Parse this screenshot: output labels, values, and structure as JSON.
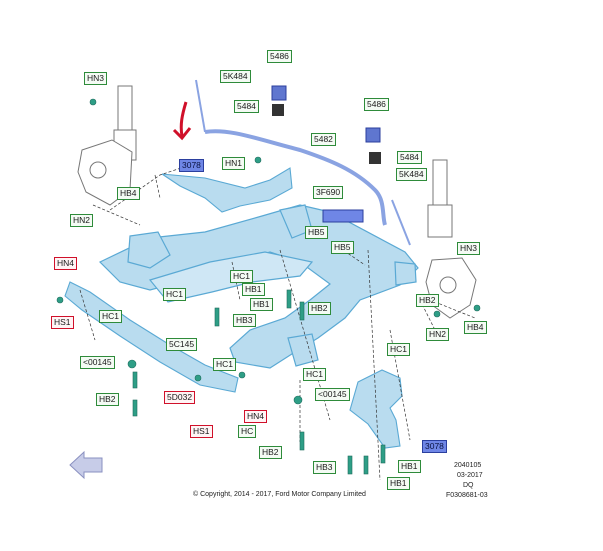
{
  "labels": [
    {
      "id": "l1",
      "text": "HN3",
      "style": "green"
    },
    {
      "id": "l2",
      "text": "5K484",
      "style": "green"
    },
    {
      "id": "l3",
      "text": "5486",
      "style": "green"
    },
    {
      "id": "l4",
      "text": "5484",
      "style": "green"
    },
    {
      "id": "l5",
      "text": "5486",
      "style": "green"
    },
    {
      "id": "l6",
      "text": "5482",
      "style": "green"
    },
    {
      "id": "l7",
      "text": "3078",
      "style": "blue"
    },
    {
      "id": "l8",
      "text": "HN1",
      "style": "green"
    },
    {
      "id": "l9",
      "text": "5484",
      "style": "green"
    },
    {
      "id": "l10",
      "text": "5K484",
      "style": "green"
    },
    {
      "id": "l11",
      "text": "HB4",
      "style": "green"
    },
    {
      "id": "l12",
      "text": "3F690",
      "style": "green"
    },
    {
      "id": "l13",
      "text": "HN2",
      "style": "green"
    },
    {
      "id": "l14",
      "text": "HB5",
      "style": "green"
    },
    {
      "id": "l15",
      "text": "HB5",
      "style": "green"
    },
    {
      "id": "l16",
      "text": "HN3",
      "style": "green"
    },
    {
      "id": "l17",
      "text": "HN4",
      "style": "red"
    },
    {
      "id": "l18",
      "text": "HC1",
      "style": "green"
    },
    {
      "id": "l19",
      "text": "HB1",
      "style": "green"
    },
    {
      "id": "l20",
      "text": "HC1",
      "style": "green"
    },
    {
      "id": "l21",
      "text": "HB1",
      "style": "green"
    },
    {
      "id": "l22",
      "text": "HB2",
      "style": "green"
    },
    {
      "id": "l23",
      "text": "HB2",
      "style": "green"
    },
    {
      "id": "l24",
      "text": "HS1",
      "style": "red"
    },
    {
      "id": "l25",
      "text": "HC1",
      "style": "green"
    },
    {
      "id": "l26",
      "text": "HB3",
      "style": "green"
    },
    {
      "id": "l27",
      "text": "HB4",
      "style": "green"
    },
    {
      "id": "l28",
      "text": "HN2",
      "style": "green"
    },
    {
      "id": "l29",
      "text": "5C145",
      "style": "green"
    },
    {
      "id": "l30",
      "text": "HC1",
      "style": "green"
    },
    {
      "id": "l31",
      "text": "<00145",
      "style": "green"
    },
    {
      "id": "l32",
      "text": "HC1",
      "style": "green"
    },
    {
      "id": "l33",
      "text": "HC1",
      "style": "green"
    },
    {
      "id": "l34",
      "text": "<00145",
      "style": "green"
    },
    {
      "id": "l35",
      "text": "HB2",
      "style": "green"
    },
    {
      "id": "l36",
      "text": "5D032",
      "style": "red"
    },
    {
      "id": "l37",
      "text": "HN4",
      "style": "red"
    },
    {
      "id": "l38",
      "text": "HS1",
      "style": "red"
    },
    {
      "id": "l39",
      "text": "HC",
      "style": "green"
    },
    {
      "id": "l40",
      "text": "3078",
      "style": "blue"
    },
    {
      "id": "l41",
      "text": "HB2",
      "style": "green"
    },
    {
      "id": "l42",
      "text": "HB1",
      "style": "green"
    },
    {
      "id": "l43",
      "text": "HB3",
      "style": "green"
    },
    {
      "id": "l44",
      "text": "HB1",
      "style": "green"
    }
  ],
  "footer": {
    "copyright": "© Copyright, 2014 - 2017, Ford Motor Company Limited",
    "code1": "2040105",
    "code2": "03-2017",
    "code3": "DQ",
    "code4": "F0308681-03"
  },
  "colors": {
    "part_fill": "#b9dcef",
    "part_stroke": "#5aa9d4",
    "label_green": "#2e8b3a",
    "label_red": "#d0102a",
    "label_blue": "#6f86e6",
    "arrow_red": "#d0102a",
    "stabilizer": "#7c8fd8",
    "fastener": "#2e9e86"
  }
}
